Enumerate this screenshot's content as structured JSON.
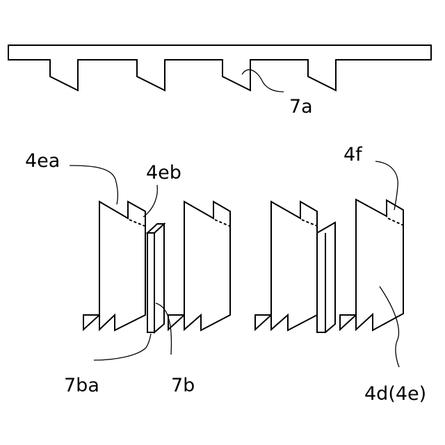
{
  "figure": {
    "labels": {
      "comb": "7a",
      "slit_left_edge": "4ea",
      "slit_right_edge": "4eb",
      "groove": "4f",
      "insert_end": "7ba",
      "insert": "7b",
      "plate": "4d(4e)"
    }
  }
}
